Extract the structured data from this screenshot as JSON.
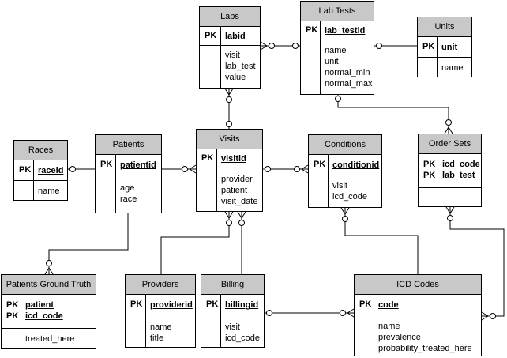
{
  "entities": {
    "labs": {
      "title": "Labs",
      "pk_label": "PK",
      "pk": [
        "labid"
      ],
      "fields": [
        "visit",
        "lab_test",
        "value"
      ]
    },
    "lab_tests": {
      "title": "Lab Tests",
      "pk_label": "PK",
      "pk": [
        "lab_testid"
      ],
      "fields": [
        "name",
        "unit",
        "normal_min",
        "normal_max"
      ]
    },
    "units": {
      "title": "Units",
      "pk_label": "PK",
      "pk": [
        "unit"
      ],
      "fields": [
        "name"
      ]
    },
    "races": {
      "title": "Races",
      "pk_label": "PK",
      "pk": [
        "raceid"
      ],
      "fields": [
        "name"
      ]
    },
    "patients": {
      "title": "Patients",
      "pk_label": "PK",
      "pk": [
        "patientid"
      ],
      "fields": [
        "age",
        "race"
      ]
    },
    "visits": {
      "title": "Visits",
      "pk_label": "PK",
      "pk": [
        "visitid"
      ],
      "fields": [
        "provider",
        "patient",
        "visit_date"
      ]
    },
    "conditions": {
      "title": "Conditions",
      "pk_label": "PK",
      "pk": [
        "conditionid"
      ],
      "fields": [
        "visit",
        "icd_code"
      ]
    },
    "order_sets": {
      "title": "Order Sets",
      "pk_label": "PK",
      "pk": [
        "icd_code",
        "lab_test"
      ],
      "fields": []
    },
    "patients_ground_truth": {
      "title": "Patients Ground Truth",
      "pk_label": "PK",
      "pk": [
        "patient",
        "icd_code"
      ],
      "fields": [
        "treated_here"
      ]
    },
    "providers": {
      "title": "Providers",
      "pk_label": "PK",
      "pk": [
        "providerid"
      ],
      "fields": [
        "name",
        "title"
      ]
    },
    "billing": {
      "title": "Billing",
      "pk_label": "PK",
      "pk": [
        "billingid"
      ],
      "fields": [
        "visit",
        "icd_code"
      ]
    },
    "icd_codes": {
      "title": "ICD Codes",
      "pk_label": "PK",
      "pk": [
        "code"
      ],
      "fields": [
        "name",
        "prevalence",
        "probability_treated_here"
      ]
    }
  }
}
